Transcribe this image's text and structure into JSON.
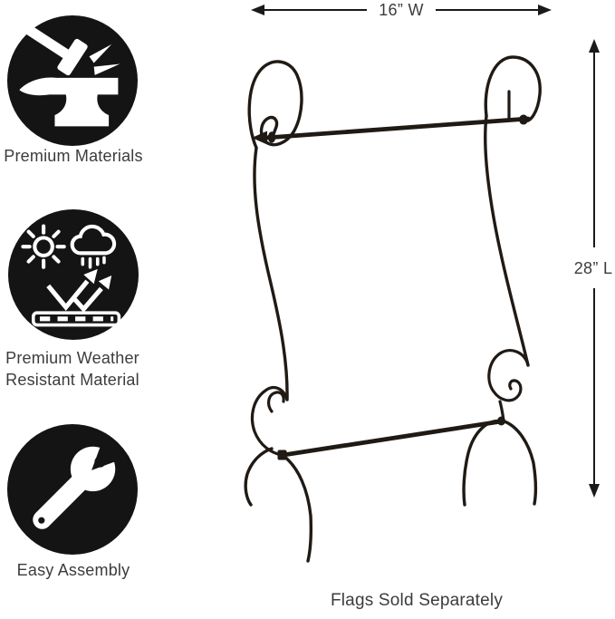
{
  "colors": {
    "badge_background": "#141414",
    "icon_foreground": "#ffffff",
    "text": "#3c3c3c",
    "dimension_line": "#1a1a1a",
    "stand_metal": "#201a15"
  },
  "features": [
    {
      "icon": "anvil-hammer",
      "label": "Premium Materials"
    },
    {
      "icon": "weather-resistant",
      "label_line1": "Premium Weather",
      "label_line2": "Resistant Material"
    },
    {
      "icon": "wrench",
      "label": "Easy Assembly"
    }
  ],
  "dimensions": {
    "width": "16” W",
    "length": "28” L"
  },
  "caption": "Flags Sold Separately"
}
